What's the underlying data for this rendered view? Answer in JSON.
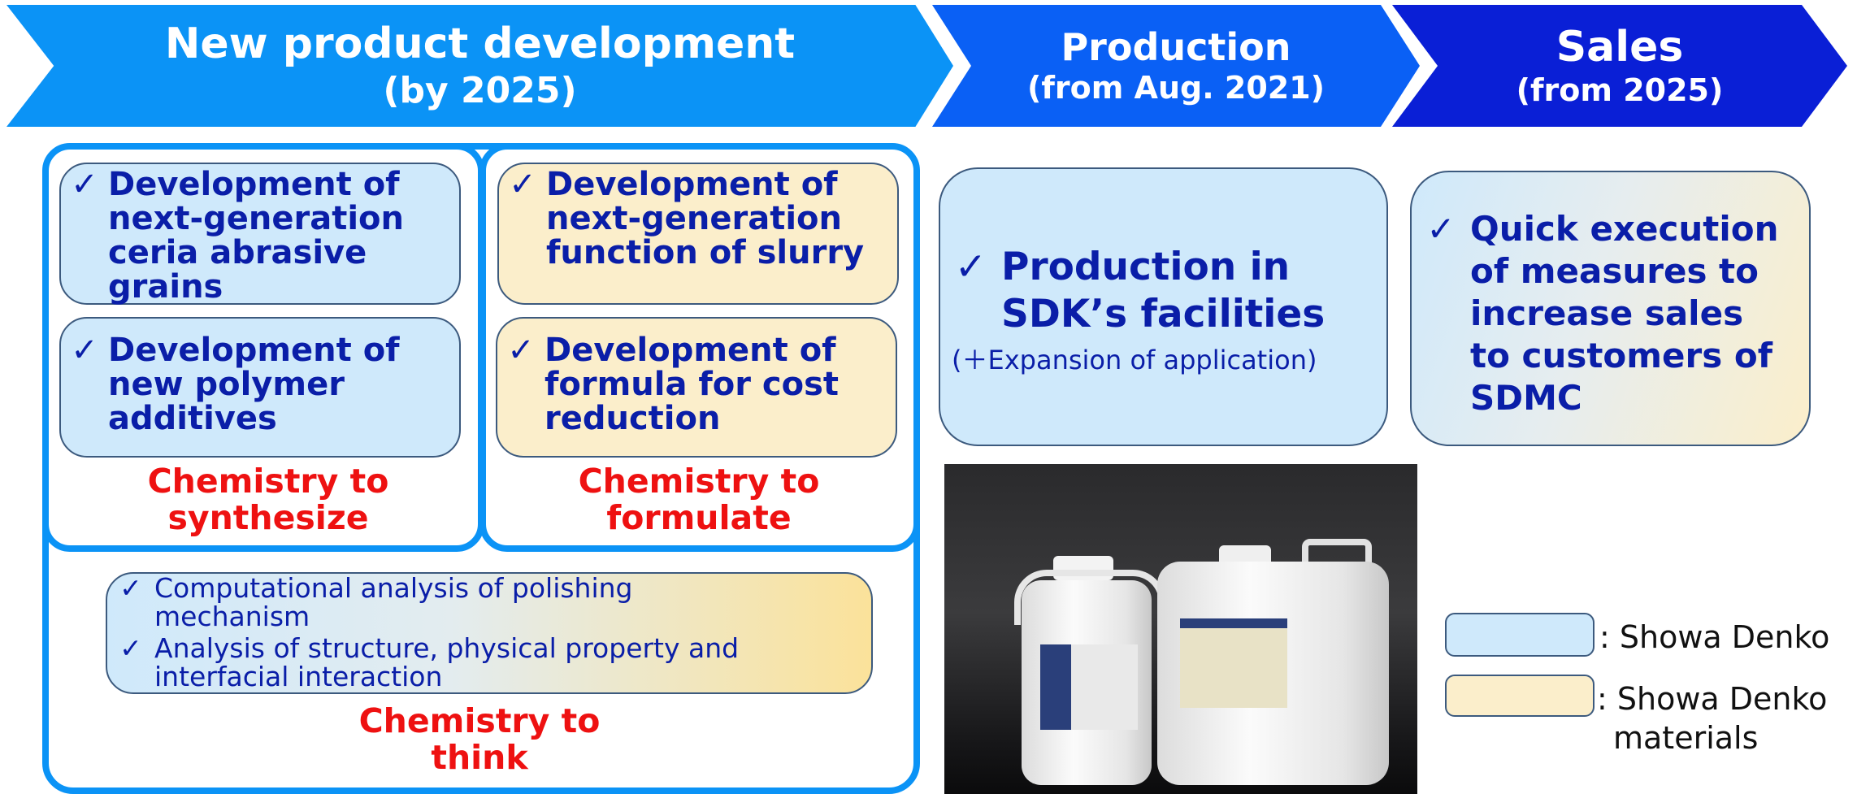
{
  "header": {
    "dev": {
      "line1": "New product development",
      "line2": "(by 2025)"
    },
    "production": {
      "line1": "Production",
      "line2": "(from Aug. 2021)"
    },
    "sales": {
      "line1": "Sales",
      "line2": "(from 2025)"
    }
  },
  "development": {
    "synth_items": [
      "Development of next-generation ceria abrasive grains",
      "Development of new polymer additives"
    ],
    "form_items": [
      "Development of next-generation function of slurry",
      "Development of formula for cost reduction"
    ],
    "synth_label": "Chemistry to synthesize",
    "form_label": "Chemistry to formulate",
    "think_items": [
      "Computational analysis of polishing mechanism",
      "Analysis of structure, physical property and interfacial interaction"
    ],
    "think_label": "Chemistry to think"
  },
  "production": {
    "main": "Production in SDK’s facilities",
    "sub": "(＋Expansion of application)"
  },
  "sales": {
    "text": "Quick execution of measures to increase sales to customers of SDMC"
  },
  "legend": {
    "item1": ": Showa Denko",
    "item2_line1": ": Showa Denko",
    "item2_line2": "materials"
  },
  "check_symbol": "✓",
  "colors": {
    "arrow_dev": "#0b93f6",
    "arrow_production": "#0a60f5",
    "arrow_sales": "#0a1fd6",
    "showa_denko": "#cfe9fb",
    "showa_denko_materials": "#fbeecb",
    "chemistry_label": "#ee1111",
    "item_text": "#0a1ea8"
  }
}
